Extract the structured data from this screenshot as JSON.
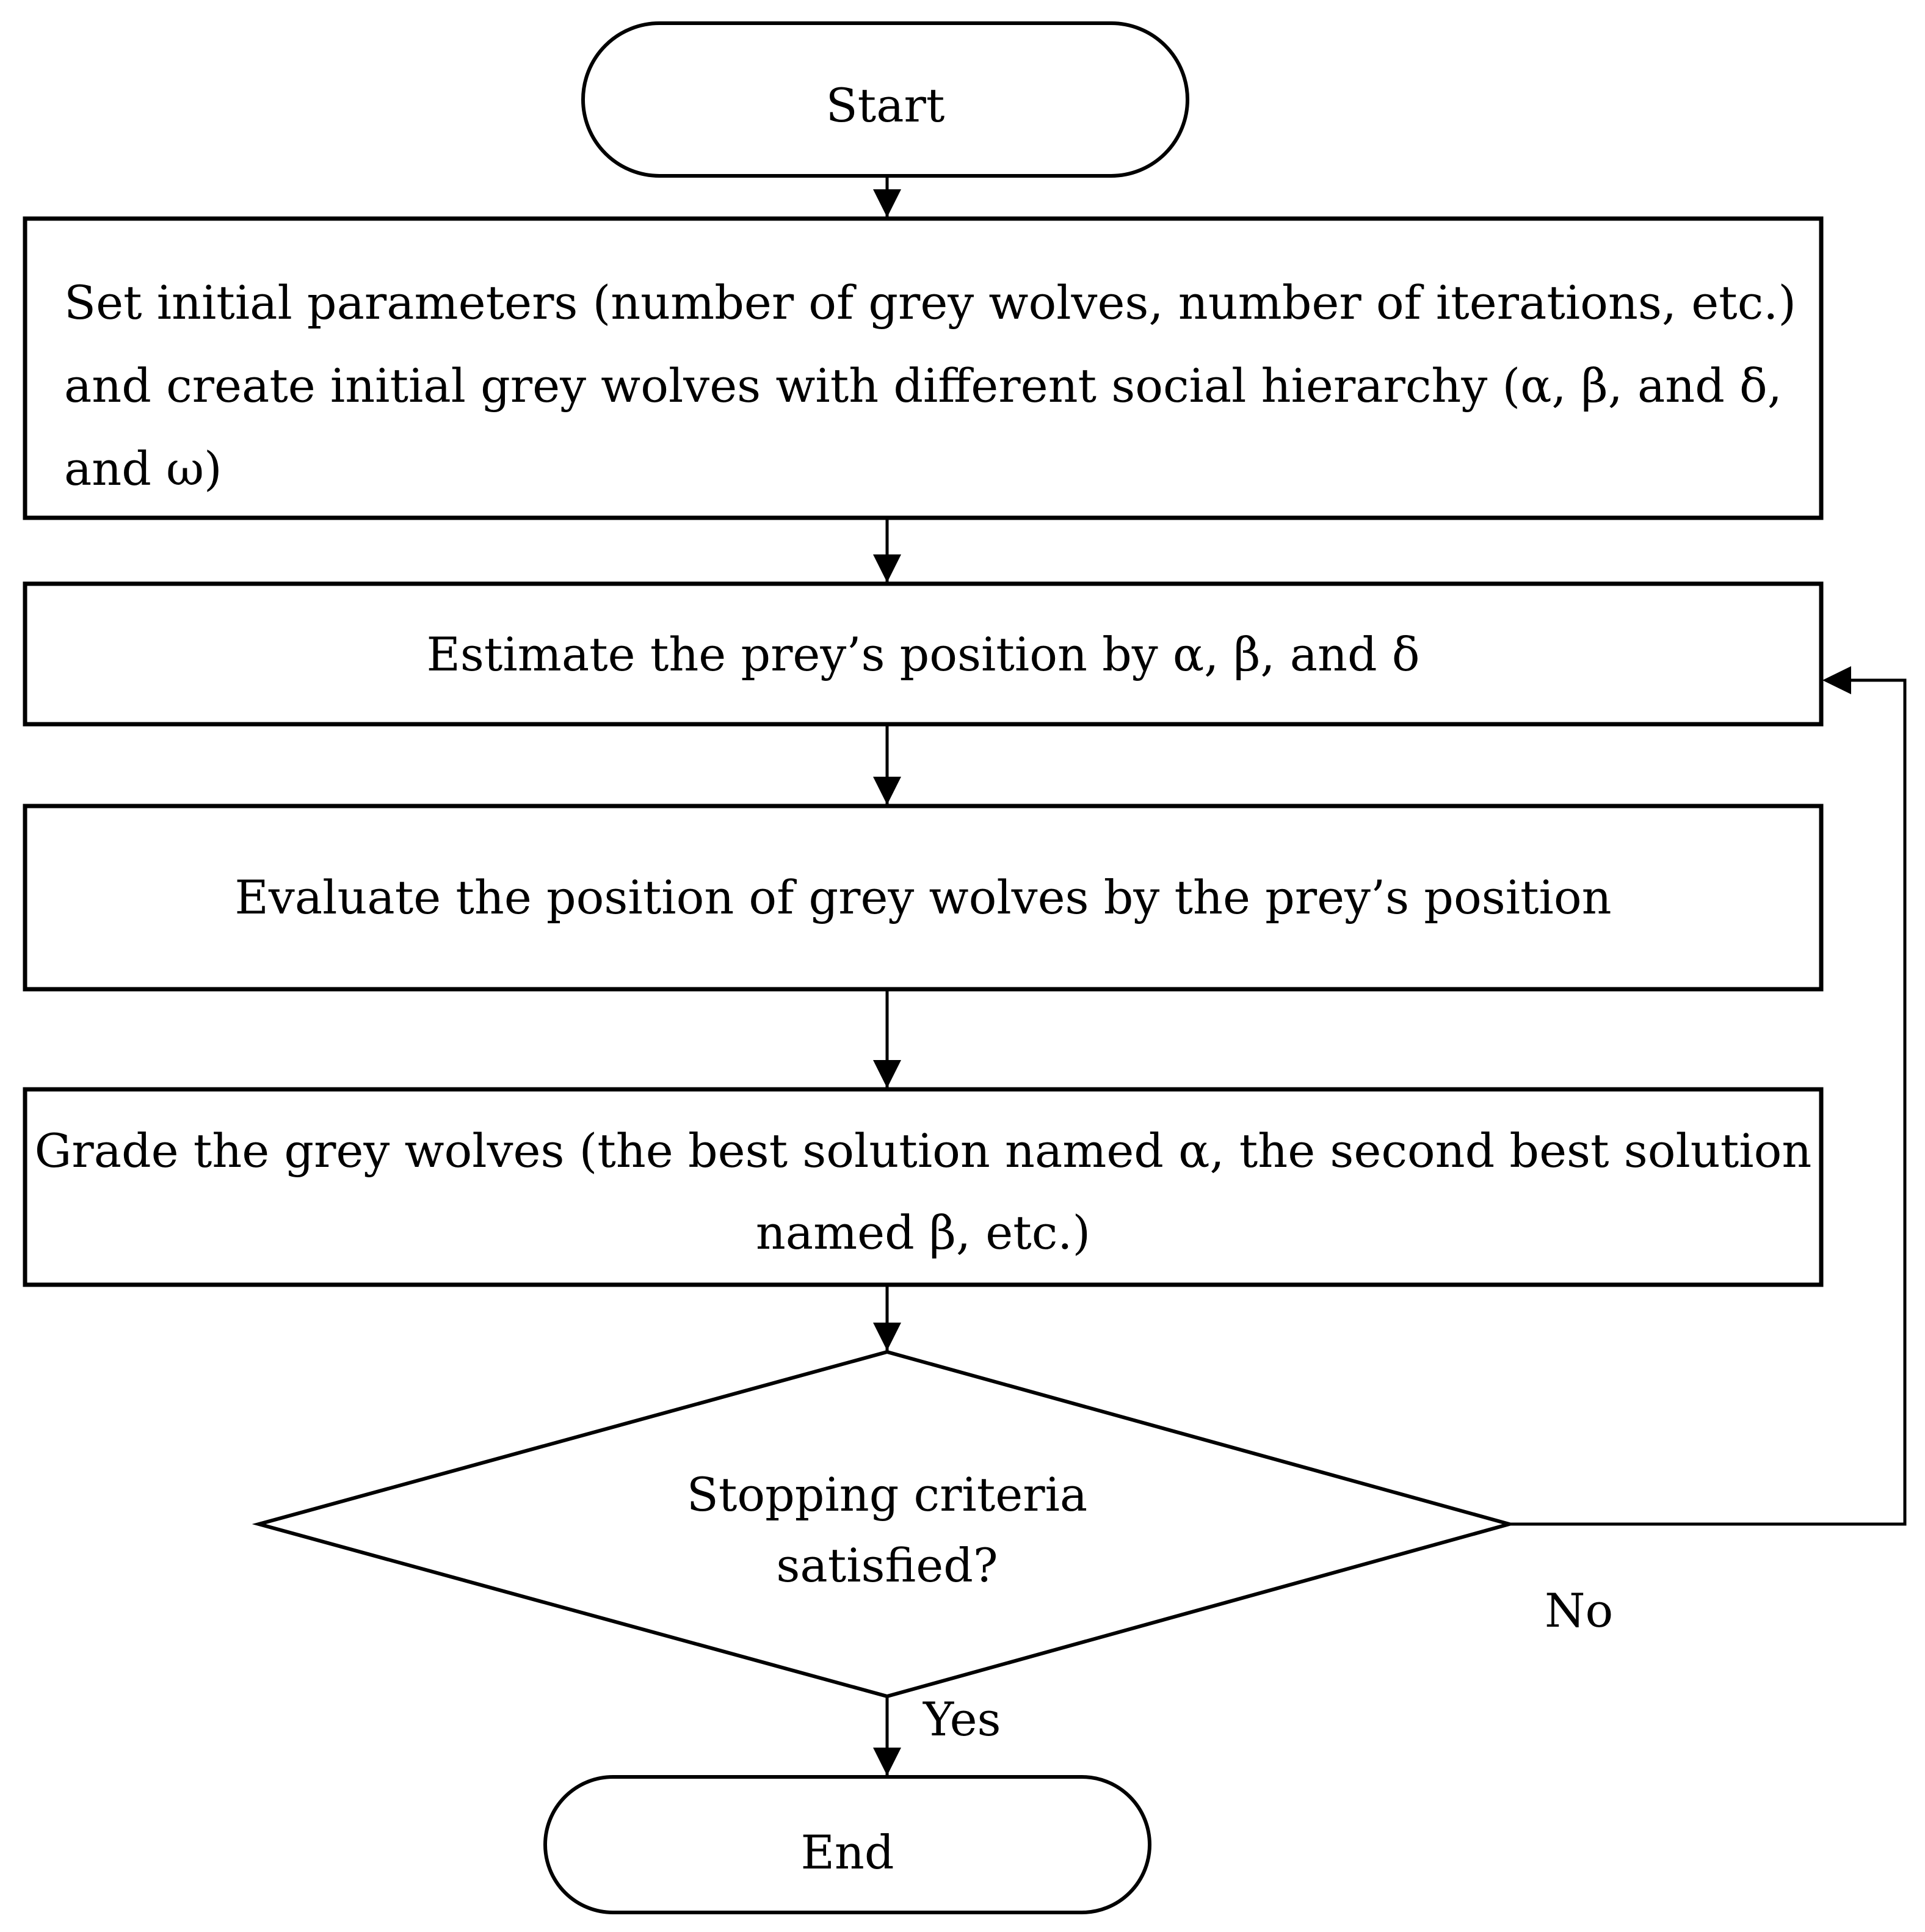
{
  "flowchart": {
    "start": "Start",
    "step_init": {
      "line1": "Set initial parameters (number of grey wolves, number of iterations, etc.)",
      "line2": "and create initial grey wolves with different social hierarchy (α, β, and δ,",
      "line3": "and ω)"
    },
    "step_estimate": "Estimate the prey’s position by  α,  β, and  δ",
    "step_evaluate": "Evaluate the position of grey wolves by the prey’s position",
    "step_grade": {
      "line1": "Grade the grey wolves (the best solution named α, the second best solution",
      "line2": "named β, etc.)"
    },
    "decision": {
      "line1": "Stopping criteria",
      "line2": "satisfied?"
    },
    "no_label": "No",
    "yes_label": "Yes",
    "end": "End"
  },
  "colors": {
    "stroke": "#000000",
    "background": "#ffffff"
  }
}
